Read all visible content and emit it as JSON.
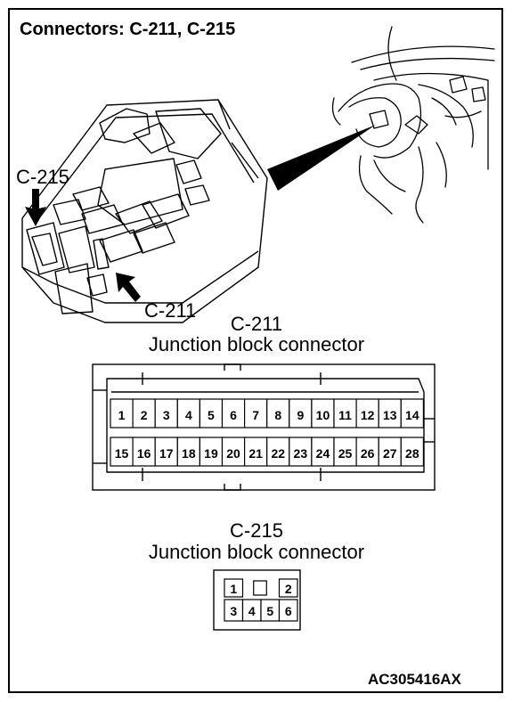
{
  "title": "Connectors: C-211, C-215",
  "callouts": {
    "c215": "C-215",
    "c211": "C-211"
  },
  "connector_c211": {
    "name": "C-211",
    "description": "Junction block connector",
    "pins_top": [
      "1",
      "2",
      "3",
      "4",
      "5",
      "6",
      "7",
      "8",
      "9",
      "10",
      "11",
      "12",
      "13",
      "14"
    ],
    "pins_bottom": [
      "15",
      "16",
      "17",
      "18",
      "19",
      "20",
      "21",
      "22",
      "23",
      "24",
      "25",
      "26",
      "27",
      "28"
    ]
  },
  "connector_c215": {
    "name": "C-215",
    "description": "Junction block connector",
    "pins_top": [
      "1",
      "",
      "2"
    ],
    "pins_bottom": [
      "3",
      "4",
      "5",
      "6"
    ]
  },
  "figure_code": "AC305416AX"
}
